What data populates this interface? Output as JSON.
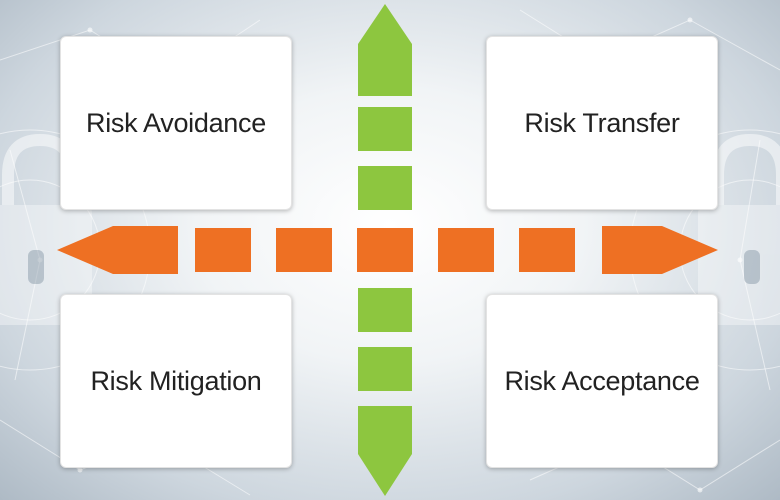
{
  "quadrants": {
    "top_left": "Risk Avoidance",
    "top_right": "Risk Transfer",
    "bottom_left": "Risk Mitigation",
    "bottom_right": "Risk Acceptance"
  },
  "icons": {
    "left_background": "padlock-icon",
    "right_background": "padlock-icon",
    "vertical_axis": "dashed-double-arrow-vertical",
    "horizontal_axis": "dashed-double-arrow-horizontal"
  },
  "colors": {
    "vertical_arrow": "#8dc63f",
    "horizontal_arrow": "#ee7023",
    "card_background": "#ffffff",
    "text": "#222222"
  }
}
